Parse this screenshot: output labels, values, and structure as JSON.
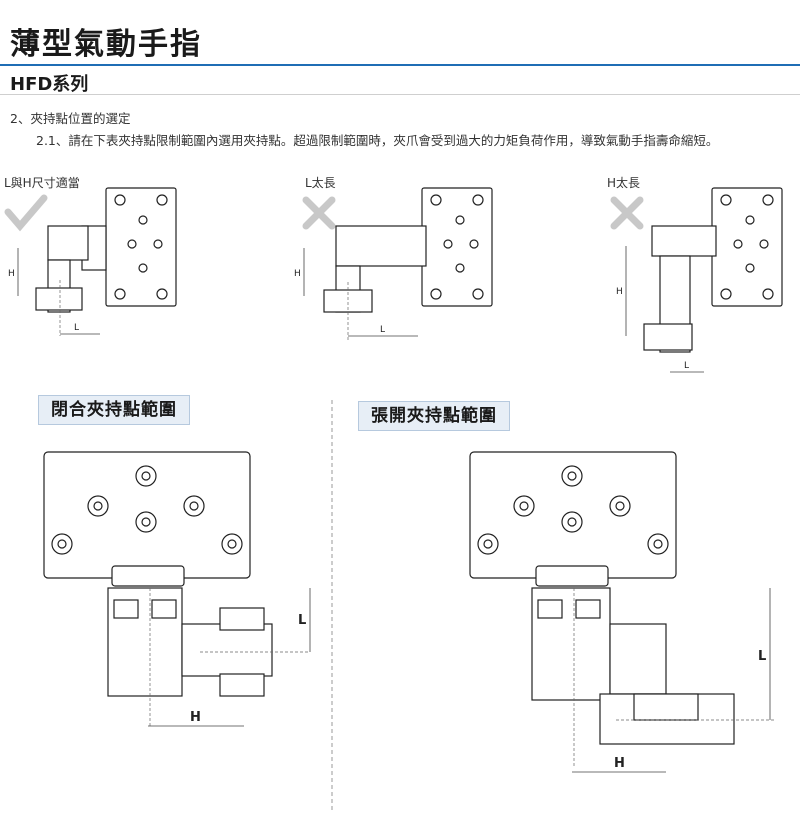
{
  "title": "薄型氣動手指",
  "series": "HFD系列",
  "section1": "2、夾持點位置的選定",
  "section1_sub": "2.1、請在下表夾持點限制範圍內選用夾持點。超過限制範圍時，夾爪會受到過大的力矩負荷作用，導致氣動手指壽命縮短。",
  "cases": [
    {
      "label": "L與H尺寸適當",
      "mark": "check-icon"
    },
    {
      "label": "L太長",
      "mark": "cross-icon"
    },
    {
      "label": "H太長",
      "mark": "cross-icon"
    }
  ],
  "dim": {
    "L": "L",
    "H": "H"
  },
  "ranges": {
    "closed": "閉合夾持點範圍",
    "open": "張開夾持點範圍"
  },
  "colors": {
    "accent": "#1f6db5",
    "mark": "#c8c8c8"
  }
}
